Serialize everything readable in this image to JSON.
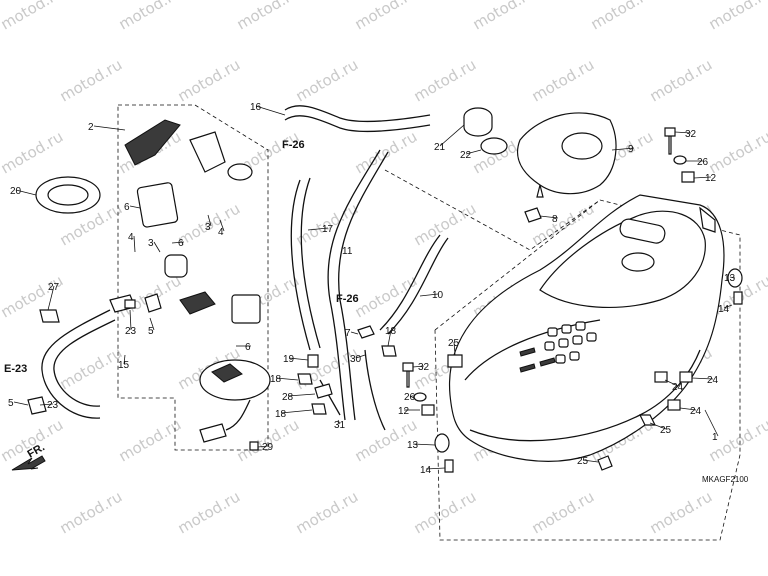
{
  "watermark_text": "motod.ru",
  "diagram_code": "MKAGF2100",
  "direction_label": "FR.",
  "refs": {
    "f26_top": "F-26",
    "f26_mid": "F-26",
    "e23": "E-23"
  },
  "callouts": {
    "c1": "1",
    "c2": "2",
    "c3a": "3",
    "c3b": "3",
    "c4a": "4",
    "c4b": "4",
    "c5a": "5",
    "c5b": "5",
    "c6a": "6",
    "c6b": "6",
    "c6c": "6",
    "c7": "7",
    "c8": "8",
    "c9": "9",
    "c10": "10",
    "c11": "11",
    "c12a": "12",
    "c12b": "12",
    "c13a": "13",
    "c13b": "13",
    "c14a": "14",
    "c14b": "14",
    "c15": "15",
    "c16": "16",
    "c17": "17",
    "c18a": "18",
    "c18b": "18",
    "c18c": "18",
    "c19": "19",
    "c20": "20",
    "c21": "21",
    "c22": "22",
    "c23a": "23",
    "c23b": "23",
    "c24a": "24",
    "c24b": "24",
    "c24c": "24",
    "c25a": "25",
    "c25b": "25",
    "c25c": "25",
    "c26a": "26",
    "c26b": "26",
    "c27": "27",
    "c28": "28",
    "c29": "29",
    "c30": "30",
    "c31": "31",
    "c32a": "32",
    "c32b": "32"
  }
}
